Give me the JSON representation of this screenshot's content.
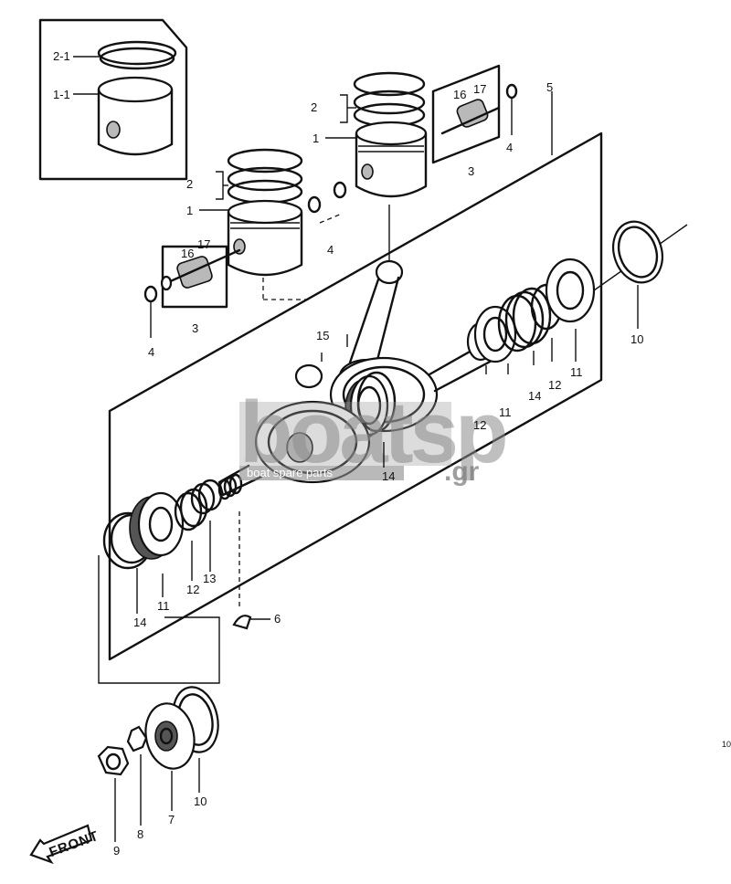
{
  "diagram": {
    "callouts": {
      "inset_ring": "2-1",
      "inset_piston": "1-1",
      "ring_left": "2",
      "piston_left": "1",
      "ring_right": "2",
      "piston_right": "1",
      "pin_left_a": "16",
      "pin_left_b": "17",
      "pin_right_a": "16",
      "pin_right_b": "17",
      "pin_group_left": "3",
      "pin_group_right": "3",
      "clip_left": "4",
      "clip_center": "4",
      "clip_right": "4",
      "crank_assy": "5",
      "key": "6",
      "seal_collar": "7",
      "lockwasher": "8",
      "nut": "9",
      "shim_top": "10",
      "shim_bottom": "10",
      "bearing_l": "11",
      "ring_l": "12",
      "spacer_l": "13",
      "oring_l": "14",
      "pin15": "15",
      "oring_center": "14",
      "bearing_c1": "11",
      "ring_c1": "12",
      "oring_c2": "14",
      "ring_c2": "12",
      "bearing_c2": "11",
      "edge_mark": "10"
    },
    "front_label": "FRONT",
    "watermark": {
      "logo_text": "boatsp",
      "tagline": "boat spare parts",
      "tld": ".gr"
    }
  }
}
